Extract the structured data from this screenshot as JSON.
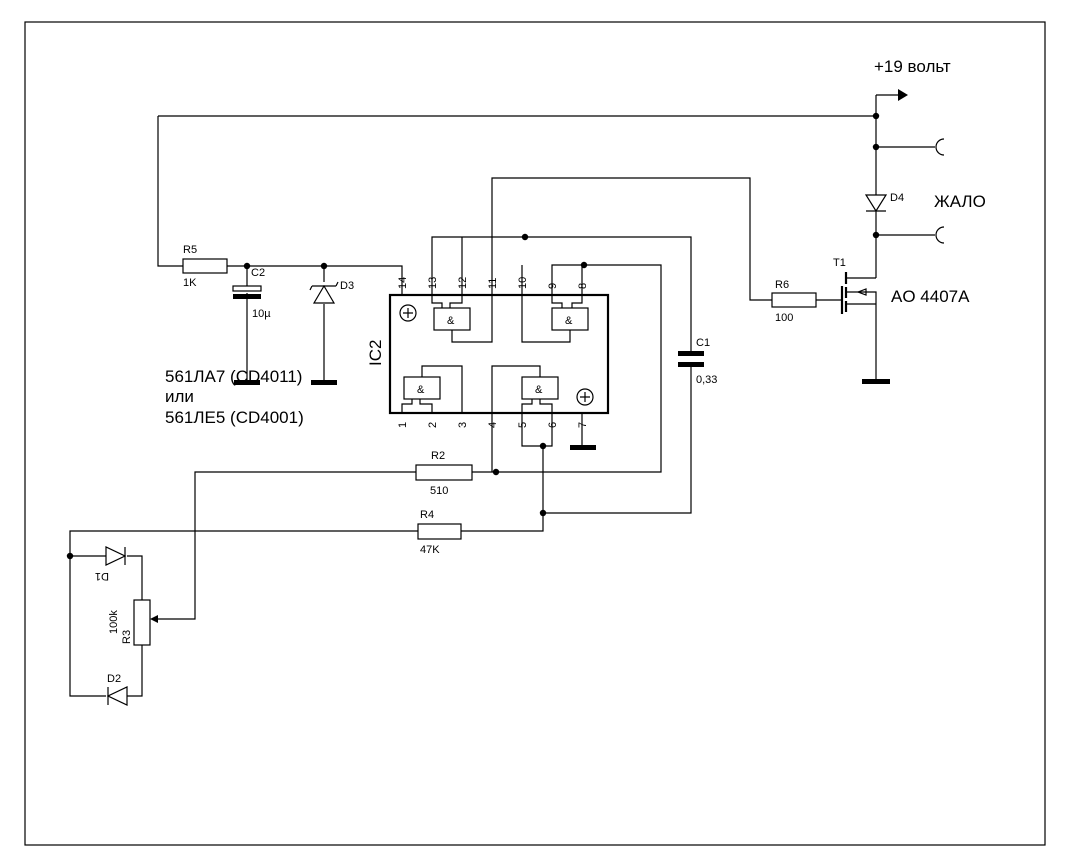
{
  "supply_label": "+19 вольт",
  "tip_label": "ЖАЛО",
  "transistor_part": "AO 4407A",
  "chip_options": [
    "561ЛА7 (CD4011)",
    "или",
    "561ЛЕ5 (CD4001)"
  ],
  "ic": {
    "ref": "IC2",
    "gate_symbol": "&"
  },
  "pins": [
    "1",
    "2",
    "3",
    "4",
    "5",
    "6",
    "7",
    "8",
    "9",
    "10",
    "11",
    "12",
    "13",
    "14"
  ],
  "components": {
    "R5": {
      "ref": "R5",
      "value": "1K"
    },
    "C2": {
      "ref": "C2",
      "value": "10µ"
    },
    "D3": {
      "ref": "D3"
    },
    "D4": {
      "ref": "D4"
    },
    "T1": {
      "ref": "T1"
    },
    "R6": {
      "ref": "R6",
      "value": "100"
    },
    "C1": {
      "ref": "C1",
      "value": "0,33"
    },
    "R2": {
      "ref": "R2",
      "value": "510"
    },
    "R4": {
      "ref": "R4",
      "value": "47K"
    },
    "R3": {
      "ref": "R3",
      "value": "100k"
    },
    "D1": {
      "ref": "D1"
    },
    "D2": {
      "ref": "D2"
    }
  }
}
